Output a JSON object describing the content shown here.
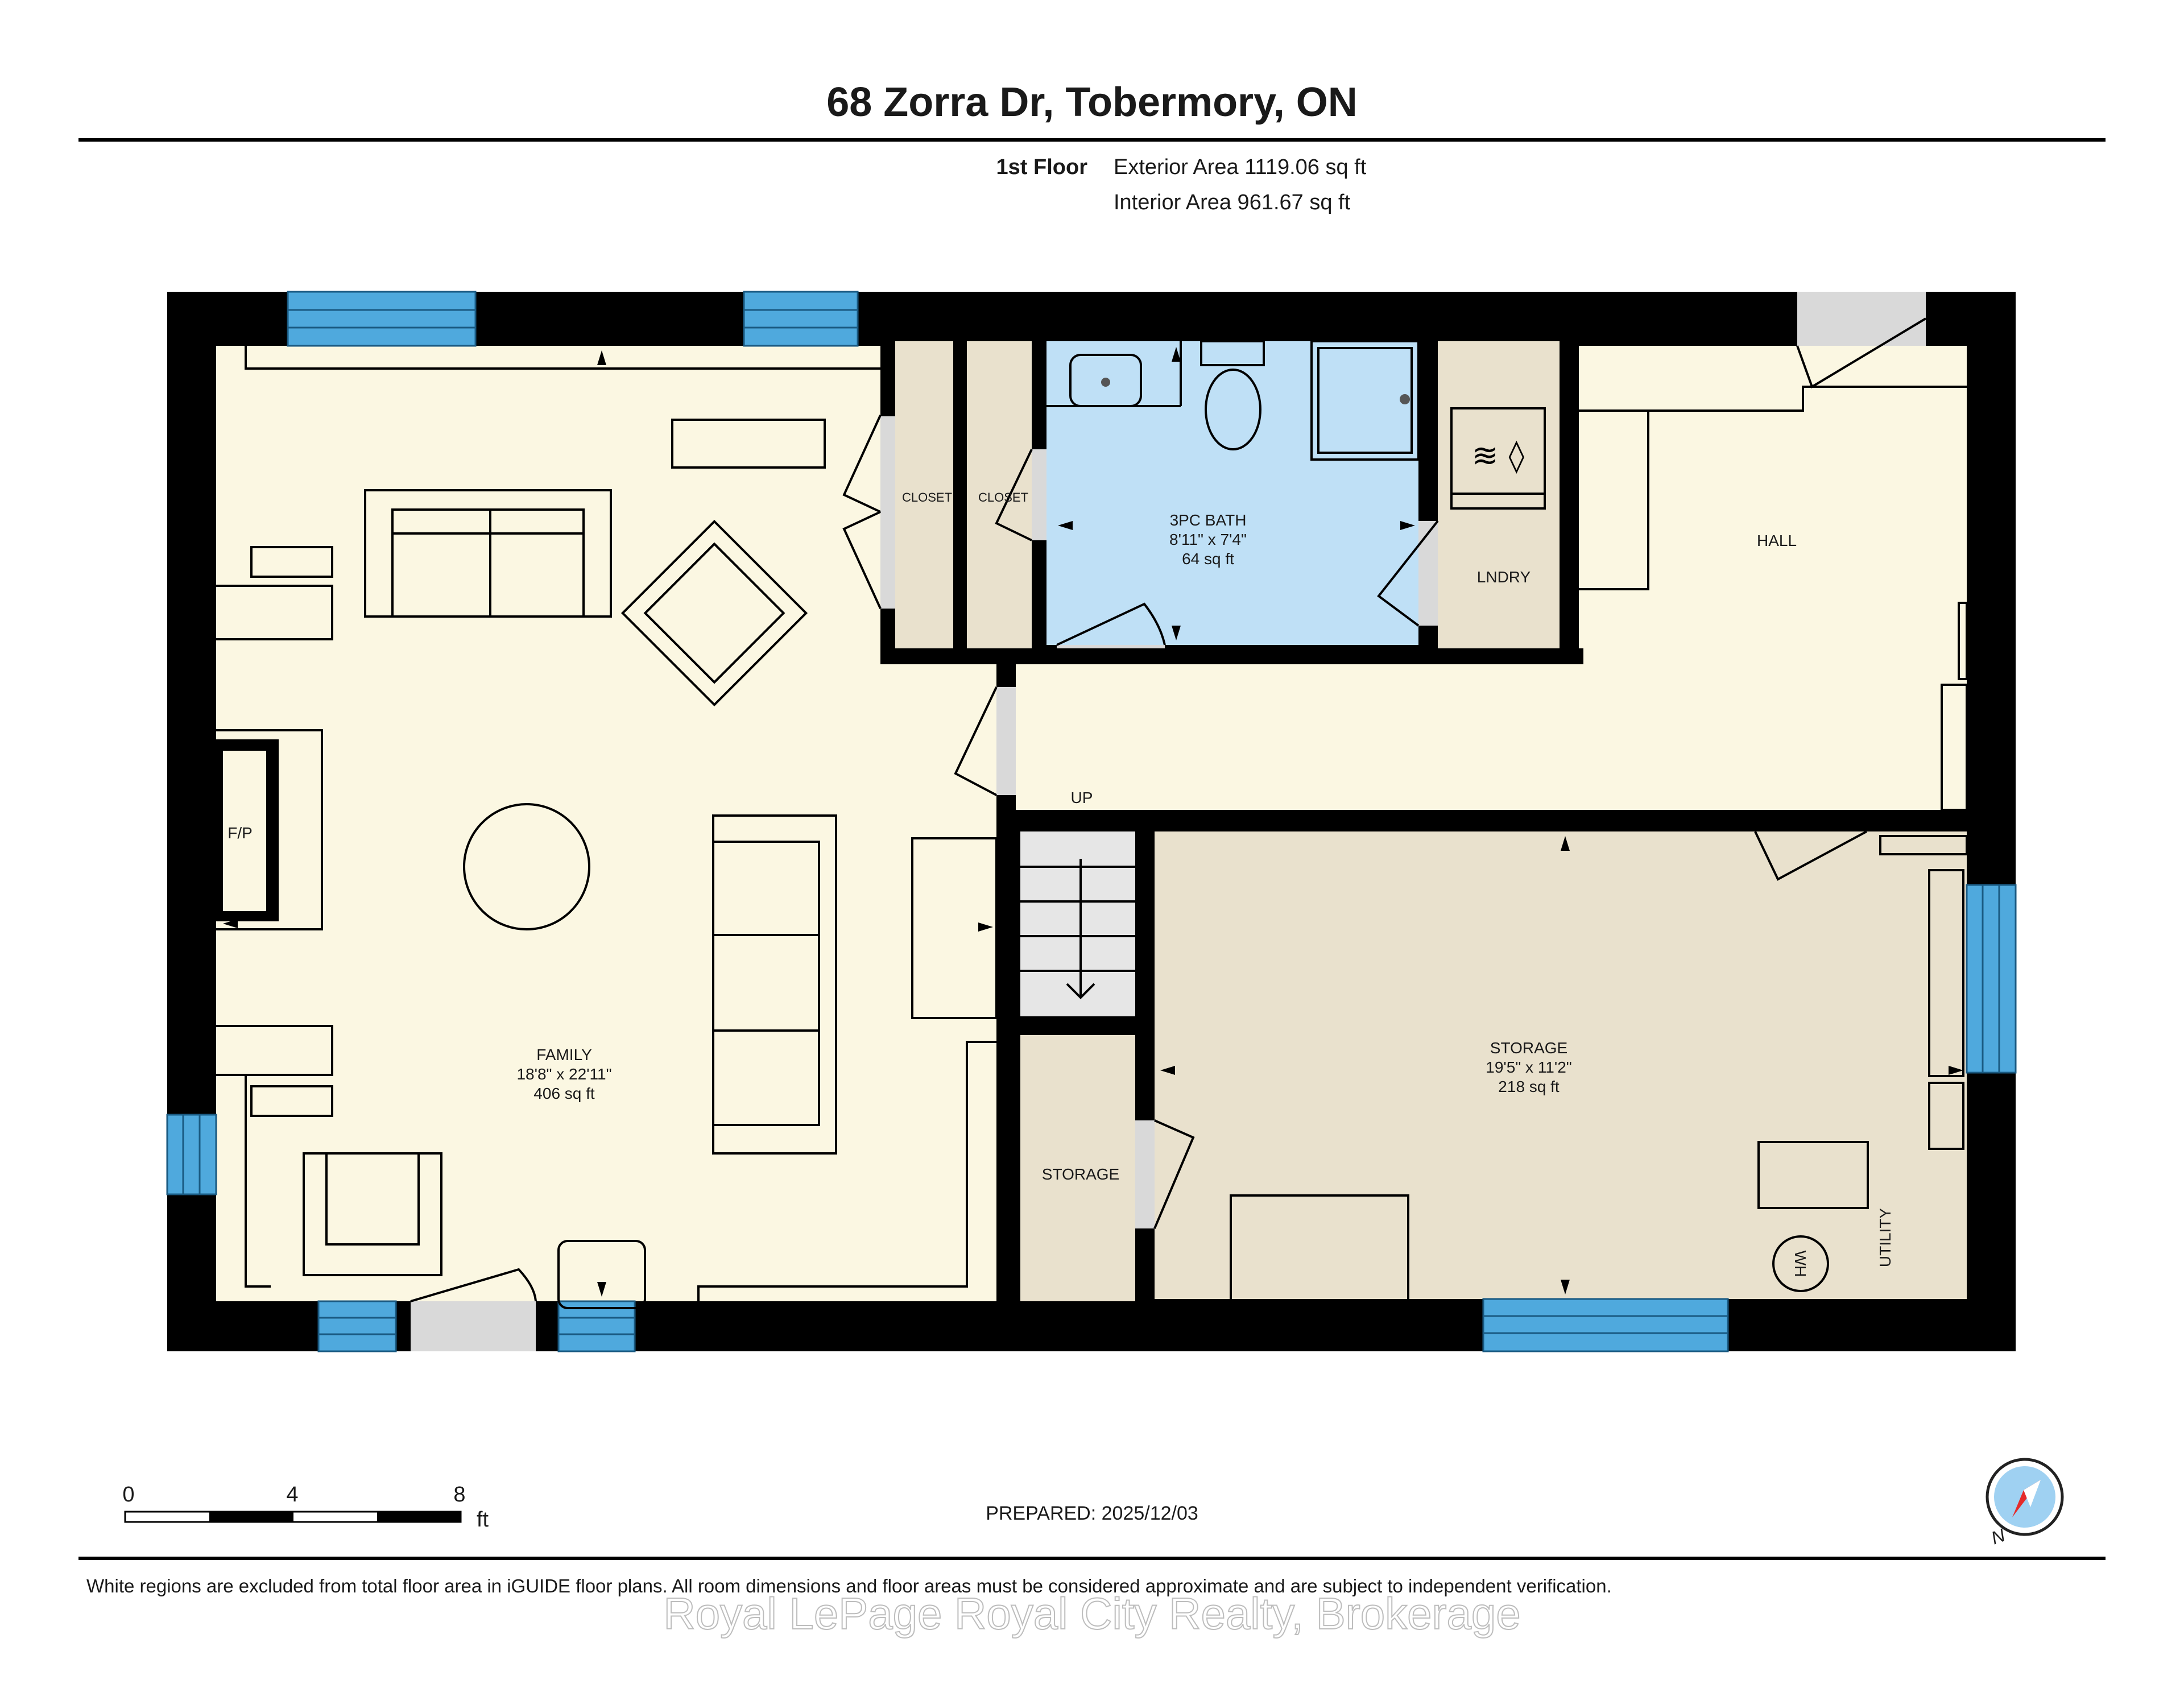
{
  "header": {
    "title": "68 Zorra Dr, Tobermory, ON",
    "floor_label": "1st Floor",
    "exterior_area": "Exterior Area 1119.06 sq ft",
    "interior_area": "Interior Area 961.67 sq ft"
  },
  "rooms": {
    "family": {
      "name": "FAMILY",
      "dims": "18'8\" x 22'11\"",
      "area": "406 sq ft"
    },
    "bath": {
      "name": "3PC BATH",
      "dims": "8'11\" x 7'4\"",
      "area": "64 sq ft"
    },
    "storage_main": {
      "name": "STORAGE",
      "dims": "19'5\" x 11'2\"",
      "area": "218 sq ft"
    },
    "storage_small": {
      "name": "STORAGE"
    },
    "closet1": {
      "name": "CLOSET"
    },
    "closet2": {
      "name": "CLOSET"
    },
    "laundry": {
      "name": "LNDRY"
    },
    "hall": {
      "name": "HALL"
    },
    "fireplace": {
      "name": "F/P"
    },
    "stairs": {
      "name": "UP"
    },
    "utility": {
      "name": "UTILITY"
    },
    "water_heater": {
      "name": "WH"
    }
  },
  "scale": {
    "tick0": "0",
    "tick1": "4",
    "tick2": "8",
    "unit": "ft"
  },
  "footer": {
    "prepared": "PREPARED: 2025/12/03",
    "disclaimer": "White regions are excluded from total floor area in iGUIDE floor plans. All room dimensions and floor areas must be considered approximate and are subject to independent verification.",
    "watermark": "Royal LePage Royal City Realty, Brokerage"
  },
  "compass": {
    "label": "N"
  },
  "colors": {
    "wall": "#000000",
    "family_floor": "#fbf7e2",
    "bath_floor": "#bfe0f6",
    "storage_floor": "#e9e1cd",
    "window": "#4fa9dd",
    "door_gap": "#d9d9d9"
  }
}
